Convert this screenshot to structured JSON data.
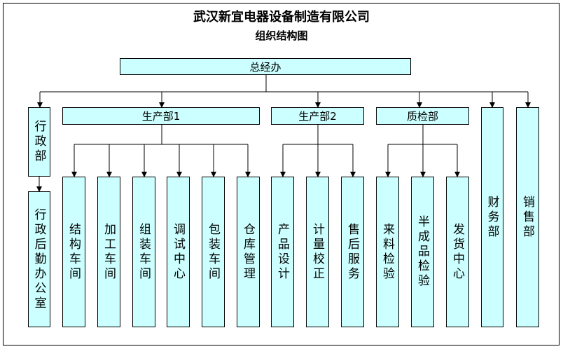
{
  "title": "武汉新宜电器设备制造有限公司",
  "subtitle": "组织结构图",
  "colors": {
    "box_fill": "#ccffff",
    "line": "#000000"
  },
  "nodes": {
    "general": "总经办",
    "admin": "行政部",
    "admin_office": "行政后勤办公室",
    "prod1": "生产部1",
    "prod2": "生产部2",
    "qc": "质检部",
    "finance": "财务部",
    "sales": "销售部",
    "structure_ws": "结构车间",
    "machining_ws": "加工车间",
    "assembly_ws": "组装车间",
    "debug_center": "调试中心",
    "packing_ws": "包装车间",
    "warehouse": "仓库管理",
    "product_design": "产品设计",
    "calibration": "计量校正",
    "after_sales": "售后服务",
    "incoming_insp": "来料检验",
    "semi_insp": "半成品检验",
    "shipping_center": "发货中心"
  }
}
